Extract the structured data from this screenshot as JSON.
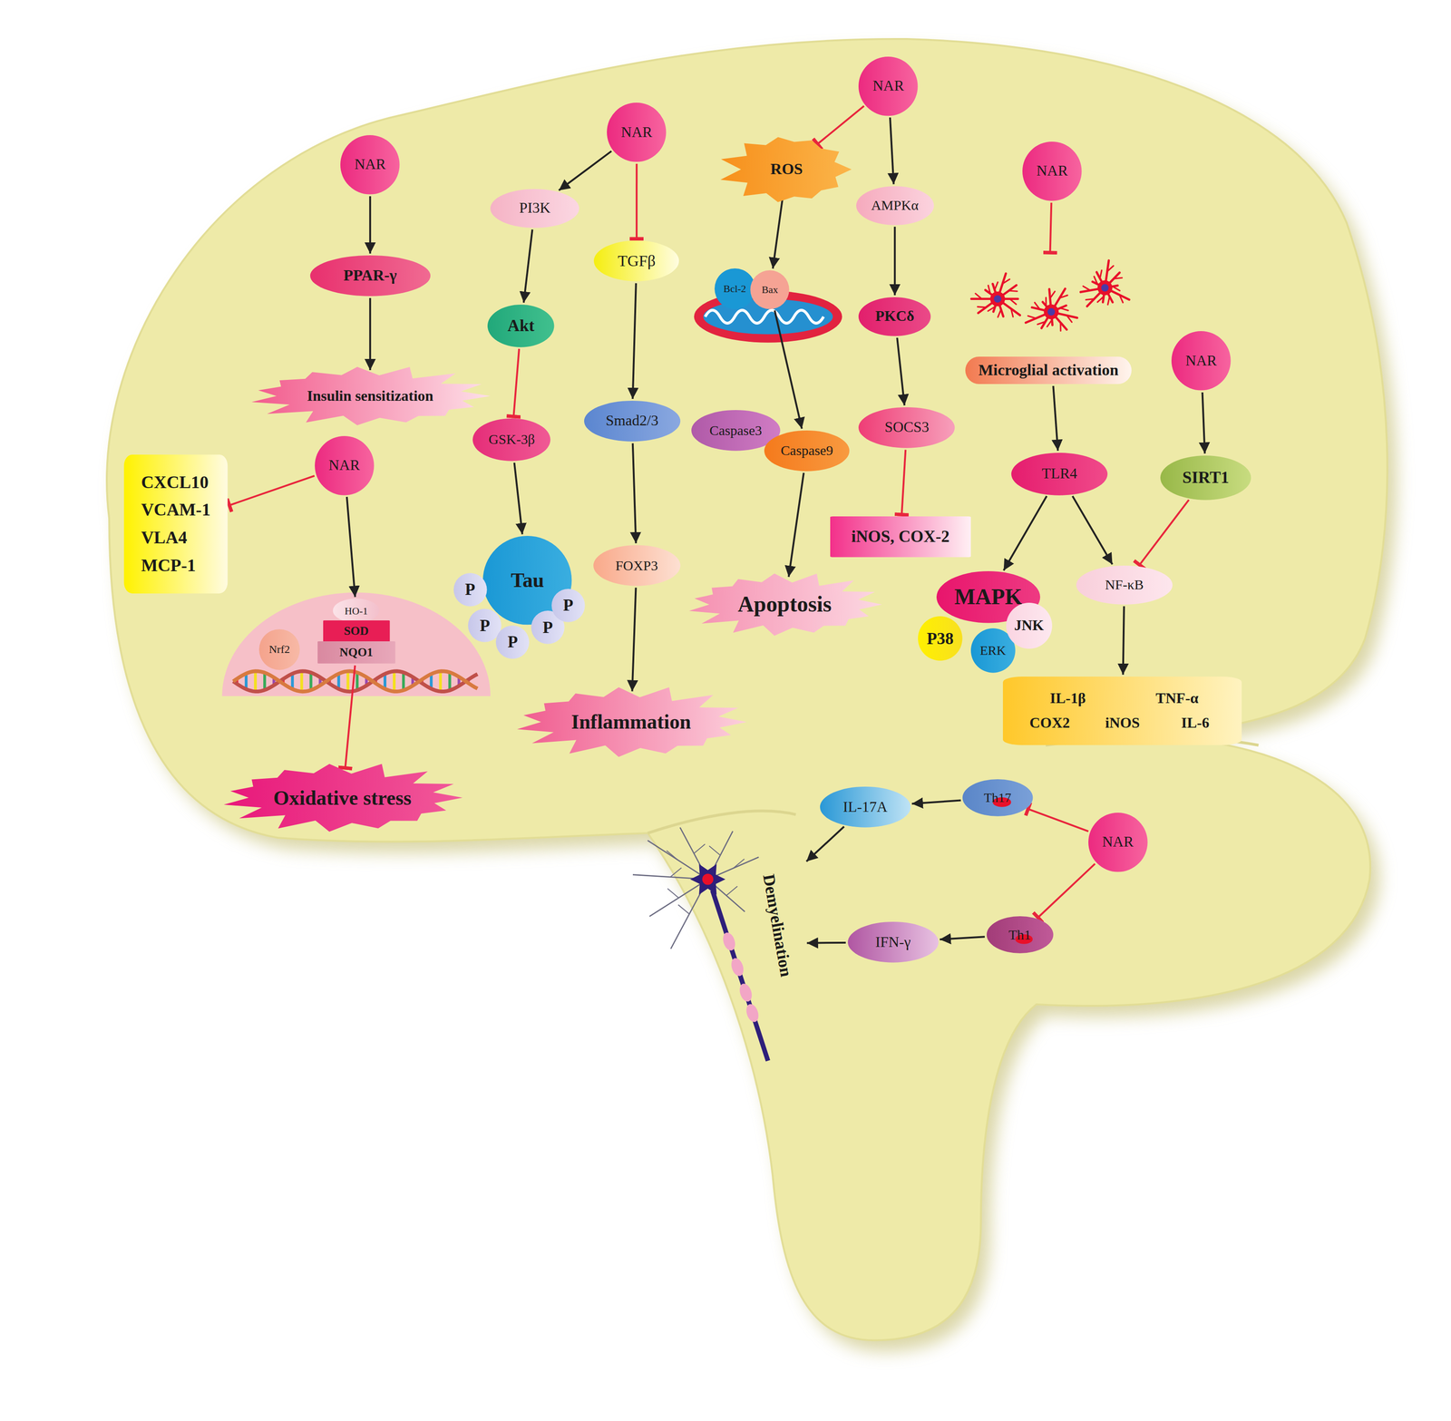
{
  "diagram": {
    "nodes": [
      {
        "text": [
          "NAR"
        ]
      },
      {
        "text": [
          "PPAR-γ"
        ]
      },
      {
        "text": [
          "Insulin sensitization"
        ]
      },
      {
        "text": [
          "CXCL10",
          "VCAM-1",
          "VLA4",
          "MCP-1"
        ]
      },
      {
        "text": [
          "NAR"
        ]
      },
      {
        "text": [
          "HO-1"
        ]
      },
      {
        "text": [
          "SOD"
        ]
      },
      {
        "text": [
          "NQO1"
        ]
      },
      {
        "text": [
          "Nrf2"
        ]
      },
      {
        "text": [
          "Oxidative stress"
        ]
      },
      {
        "text": [
          "NAR"
        ]
      },
      {
        "text": [
          "PI3K"
        ]
      },
      {
        "text": [
          "Akt"
        ]
      },
      {
        "text": [
          "GSK-3β"
        ]
      },
      {
        "text": [
          "Tau"
        ]
      },
      {
        "text": [
          "P"
        ]
      },
      {
        "text": [
          "P"
        ]
      },
      {
        "text": [
          "P"
        ]
      },
      {
        "text": [
          "P"
        ]
      },
      {
        "text": [
          "P"
        ]
      },
      {
        "text": [
          "TGFβ"
        ]
      },
      {
        "text": [
          "Smad2/3"
        ]
      },
      {
        "text": [
          "FOXP3"
        ]
      },
      {
        "text": [
          "Inflammation"
        ]
      },
      {
        "text": [
          "NAR"
        ]
      },
      {
        "text": [
          "ROS"
        ]
      },
      {
        "text": [
          "Bcl-2"
        ]
      },
      {
        "text": [
          "Bax"
        ]
      },
      {
        "text": [
          "Caspase3"
        ]
      },
      {
        "text": [
          "Caspase9"
        ]
      },
      {
        "text": [
          "Apoptosis"
        ]
      },
      {
        "text": [
          "AMPKα"
        ]
      },
      {
        "text": [
          "PKCδ"
        ]
      },
      {
        "text": [
          "SOCS3"
        ]
      },
      {
        "text": [
          "iNOS, COX-2"
        ]
      },
      {
        "text": [
          "NAR"
        ]
      },
      {
        "text": [
          "Microglial activation"
        ]
      },
      {
        "text": [
          "NAR"
        ]
      },
      {
        "text": [
          "TLR4"
        ]
      },
      {
        "text": [
          "SIRT1"
        ]
      },
      {
        "text": [
          "MAPK"
        ]
      },
      {
        "text": [
          "P38"
        ]
      },
      {
        "text": [
          "ERK"
        ]
      },
      {
        "text": [
          "JNK"
        ]
      },
      {
        "text": [
          "NF-κB"
        ]
      },
      {
        "text": [
          "IL-1β",
          "TNF-α",
          "COX2",
          "iNOS",
          "IL-6"
        ]
      },
      {
        "text": [
          "NAR"
        ]
      },
      {
        "text": [
          "Th17"
        ]
      },
      {
        "text": [
          "Th1"
        ]
      },
      {
        "text": [
          "IL-17A"
        ]
      },
      {
        "text": [
          "IFN-γ"
        ]
      },
      {
        "text": [
          "Demyelination"
        ]
      }
    ],
    "edges": [
      {
        "from": 0,
        "to": 1,
        "arrow": "to"
      },
      {
        "from": 1,
        "to": 2,
        "arrow": "to"
      },
      {
        "from": 4,
        "to": 3,
        "arrow": "to"
      },
      {
        "from": 4,
        "to": 5,
        "arrow": "to"
      },
      {
        "from": 7,
        "to": 9,
        "arrow": "to"
      },
      {
        "from": 10,
        "to": 11,
        "arrow": "to"
      },
      {
        "from": 11,
        "to": 12,
        "arrow": "to"
      },
      {
        "from": 12,
        "to": 13,
        "arrow": "to"
      },
      {
        "from": 13,
        "to": 14,
        "arrow": "to"
      },
      {
        "from": 10,
        "to": 20,
        "arrow": "to"
      },
      {
        "from": 20,
        "to": 21,
        "arrow": "to"
      },
      {
        "from": 21,
        "to": 22,
        "arrow": "to"
      },
      {
        "from": 22,
        "to": 23,
        "arrow": "to"
      },
      {
        "from": 24,
        "to": 25,
        "arrow": "to"
      },
      {
        "from": 24,
        "to": 31,
        "arrow": "to"
      },
      {
        "from": 25,
        "to": 27,
        "arrow": "to"
      },
      {
        "from": 27,
        "to": 29,
        "arrow": "to"
      },
      {
        "from": 29,
        "to": 30,
        "arrow": "to"
      },
      {
        "from": 31,
        "to": 32,
        "arrow": "to"
      },
      {
        "from": 32,
        "to": 33,
        "arrow": "to"
      },
      {
        "from": 33,
        "to": 34,
        "arrow": "to"
      },
      {
        "from": 35,
        "to": 36,
        "arrow": "to"
      },
      {
        "from": 36,
        "to": 38,
        "arrow": "to"
      },
      {
        "from": 38,
        "to": 40,
        "arrow": "to"
      },
      {
        "from": 38,
        "to": 44,
        "arrow": "to"
      },
      {
        "from": 37,
        "to": 39,
        "arrow": "to"
      },
      {
        "from": 39,
        "to": 44,
        "arrow": "to"
      },
      {
        "from": 44,
        "to": 45,
        "arrow": "to"
      },
      {
        "from": 46,
        "to": 47,
        "arrow": "to"
      },
      {
        "from": 46,
        "to": 48,
        "arrow": "to"
      },
      {
        "from": 47,
        "to": 49,
        "arrow": "to"
      },
      {
        "from": 48,
        "to": 50,
        "arrow": "to"
      },
      {
        "from": 49,
        "to": 51,
        "arrow": "to"
      },
      {
        "from": 50,
        "to": 51,
        "arrow": "to"
      }
    ]
  }
}
